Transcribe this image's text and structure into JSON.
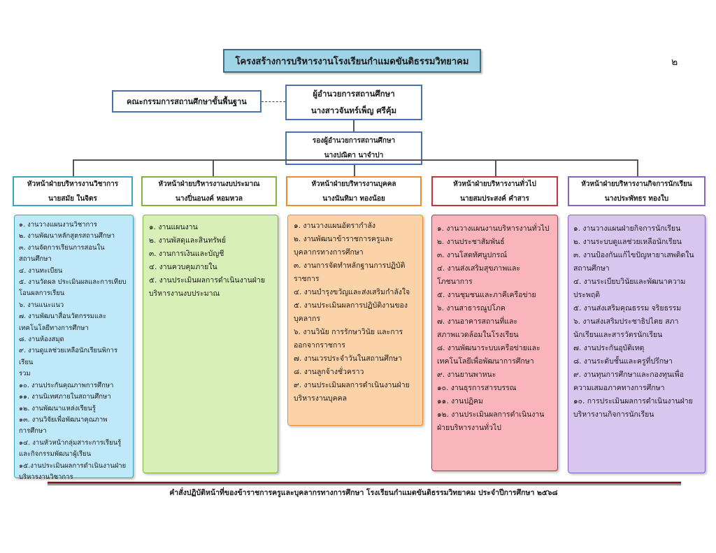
{
  "title": "โครงสร้างการบริหารงานโรงเรียนกำแมดขันติธรรมวิทยาคม",
  "page_number": "๒",
  "committee": "คณะกรรมการสถานศึกษาขั้นพื้นฐาน",
  "director": {
    "role": "ผู้อำนวยการสถานศึกษา",
    "name": "นางสาวจันทร์เพ็ญ ศรีคุ้ม"
  },
  "deputy": {
    "role": "รองผู้อำนวยการสถานศึกษา",
    "name": "นางปณิตา นาจำปา"
  },
  "departments": [
    {
      "head_role": "หัวหน้าฝ่ายบริหารงานวิชาการ",
      "head_name": "นายสมัย ในจิตร",
      "border_color": "#3aa6c2",
      "fill_color": "#bfe9f8",
      "items": [
        "๑. งานวางแผนงานวิชาการ",
        "๒. งานพัฒนาหลักสูตรสถานศึกษา",
        "๓. งานจัดการเรียนการสอนใน",
        "สถานศึกษา",
        "๔. งานทะเบียน",
        "๕. งานวัดผล ประเมินผลและการเทียบ",
        "โอนผลการเรียน",
        "๖. งานแนะแนว",
        "๗. งานพัฒนาสื่อนวัตกรรมและ",
        "เทคโนโลยีทางการศึกษา",
        "๘. งานห้องสมุด",
        "๙. งานดูแลช่วยเหลือนักเรียนพิการเรียน",
        "รวม",
        "๑๐. งานประกันคุณภาพการศึกษา",
        "๑๑. งานนิเทศภายในสถานศึกษา",
        "๑๒. งานพัฒนาแหล่งเรียนรู้",
        "๑๓. งานวิจัยเพื่อพัฒนาคุณภาพ",
        "การศึกษา",
        "๑๔. งานหัวหน้ากลุ่มสาระการเรียนรู้",
        "และกิจกรรมพัฒนาผู้เรียน",
        "๑๕.งานประเมินผลการดำเนินงานฝ่าย",
        "บริหารงานวิชาการ"
      ]
    },
    {
      "head_role": "หัวหน้าฝ่ายบริหารงานงบประมาณ",
      "head_name": "นางปิ่นอนงค์ หอมหวล",
      "border_color": "#7fb53d",
      "fill_color": "#d9efb8",
      "items": [
        "๑. งานแผนงาน",
        "๒. งานพัสดุและสินทรัพย์",
        "๓. งานการเงินและบัญชี",
        "๔. งานควบคุมภายใน",
        "๕. งานประเมินผลการดำเนินงานฝ่าย",
        "บริหารงานงบประมาณ"
      ]
    },
    {
      "head_role": "หัวหน้าฝ่ายบริหารงานบุคคล",
      "head_name": "นางนันทิมา ทองน้อย",
      "border_color": "#f08c2e",
      "fill_color": "#fcd3a8",
      "items": [
        "๑. งานวางแผนอัตรากำลัง",
        "๒. งานพัฒนาข้าราชการครูและ",
        "บุคลากรทางการศึกษา",
        "๓. งานการจัดทำหลักฐานการปฏิบัติ",
        "ราชการ",
        "๔. งานบำรุงขวัญและส่งเสริมกำลังใจ",
        "๕. งานประเมินผลการปฏิบัติงานของ",
        "บุคลากร",
        "๖. งานวินัย การรักษาวินัย และการ",
        "ออกจากราชการ",
        "๗. งานเวรประจำวันในสถานศึกษา",
        "๘. งานลูกจ้างชั่วคราว",
        "๙. งานประเมินผลการดำเนินงานฝ่าย",
        "บริหารงานบุคคล"
      ]
    },
    {
      "head_role": "หัวหน้าฝ่ายบริหารงานทั่วไป",
      "head_name": "นายสมประสงค์ คำสาร",
      "border_color": "#c9333b",
      "fill_color": "#fab4bb",
      "items": [
        "๑. งานวางแผนงานบริหารงานทั่วไป",
        "๒. งานประชาสัมพันธ์",
        "๓. งานโสตทัศนูปกรณ์",
        "๔. งานส่งเสริมสุขภาพและ",
        "โภชนาการ",
        "๕. งานชุมชนและภาคีเครือข่าย",
        "๖. งานสาธารณูปโภค",
        "๗. งานอาคารสถานที่และ",
        "สภาพแวดล้อมในโรงเรียน",
        "๘. งานพัฒนาระบบเครือข่ายและ",
        "เทคโนโลยีเพื่อพัฒนาการศึกษา",
        "๙. งานยานพาหนะ",
        "๑๐. งานธุรการสารบรรณ",
        "๑๑. งานปฏิคม",
        "๑๒. งานประเมินผลการดำเนินงาน",
        "ฝ่ายบริหารงานทั่วไป"
      ]
    },
    {
      "head_role": "หัวหน้าฝ่ายบริหารงานกิจการนักเรียน",
      "head_name": "นางประพัทธร ทองใบ",
      "border_color": "#8a64b8",
      "fill_color": "#d9c6ee",
      "items": [
        "๑. งานวางแผนฝ่ายกิจการนักเรียน",
        "๒. งานระบบดูแลช่วยเหลือนักเรียน",
        "๓. งานป้องกันแก้ไขปัญหายาเสพติดใน",
        "สถานศึกษา",
        "๔. งานระเบียบวินัยและพัฒนาความ",
        "ประพฤติ",
        "๕. งานส่งเสริมคุณธรรม จริยธรรม",
        "๖. งานส่งเสริมประชาธิปไตย สภา",
        "นักเรียนและสารวัตรนักเรียน",
        "๗. งานประกันอุบัติเหตุ",
        "๘. งานระดับชั้นและครูที่ปรึกษา",
        "๙. งานทุนการศึกษาและกองทุนเพื่อ",
        "ความเสมอภาคทางการศึกษา",
        "๑๐. การประเมินผลการดำเนินงานฝ่าย",
        "บริหารงานกิจการนักเรียน"
      ]
    }
  ],
  "footer": "คำสั่งปฏิบัติหน้าที่ของข้าราชการครูและบุคลากรทางการศึกษา โรงเรียนกำแมดขันติธรรมวิทยาคม ประจำปีการศึกษา ๒๕๖๘"
}
